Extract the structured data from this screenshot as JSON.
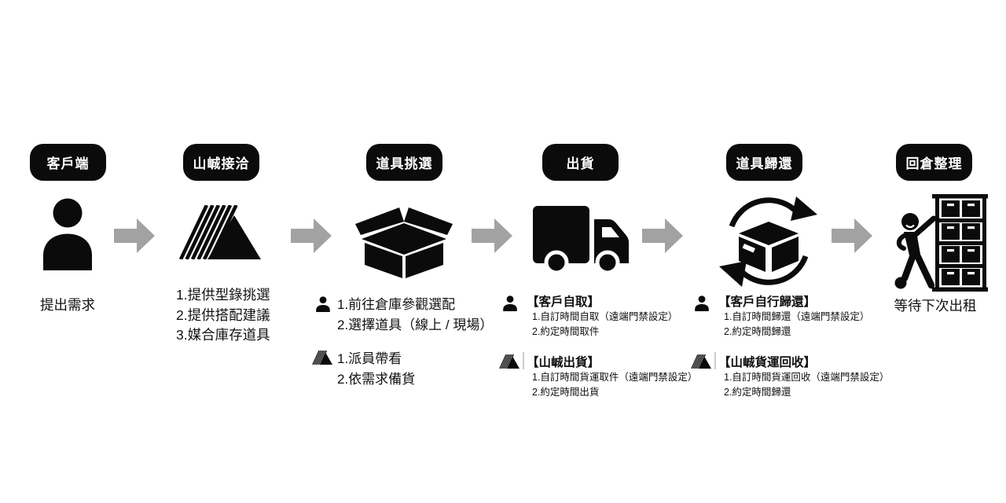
{
  "stages": [
    {
      "label": "客戶端",
      "caption": "提出需求",
      "icon": "person"
    },
    {
      "label": "山峸接洽",
      "icon": "shancheng-logo",
      "list": [
        "1.提供型錄挑選",
        "2.提供搭配建議",
        "3.媒合庫存道具"
      ]
    },
    {
      "label": "道具挑選",
      "icon": "open-box",
      "rows": [
        {
          "icon": "person-icon",
          "lines": [
            "1.前往倉庫參觀選配",
            "2.選擇道具（線上 / 現場）"
          ]
        },
        {
          "icon": "shancheng-logo-icon",
          "lines": [
            "1.派員帶看",
            "2.依需求備貨"
          ]
        }
      ]
    },
    {
      "label": "出貨",
      "icon": "delivery-truck",
      "rows": [
        {
          "icon": "person-icon",
          "header": "【客戶自取】",
          "lines": [
            "1.自訂時間自取（遠端門禁設定）",
            "2.約定時間取件"
          ]
        },
        {
          "icon": "shancheng-logo-icon",
          "header": "【山峸出貨】",
          "lines": [
            "1.自訂時間貨運取件（遠端門禁設定）",
            "2.約定時間出貨"
          ]
        }
      ]
    },
    {
      "label": "道具歸還",
      "icon": "box-return",
      "rows": [
        {
          "icon": "person-icon",
          "header": "【客戶自行歸還】",
          "lines": [
            "1.自訂時間歸還（遠端門禁設定）",
            "2.約定時間歸還"
          ]
        },
        {
          "icon": "shancheng-logo-icon",
          "header": "【山峸貨運回收】",
          "lines": [
            "1.自訂時間貨運回收（遠端門禁設定）",
            "2.約定時間歸還"
          ]
        }
      ]
    },
    {
      "label": "回倉整理",
      "caption": "等待下次出租",
      "icon": "warehouse-shelf"
    }
  ],
  "colors": {
    "pill_bg": "#0b0b0b",
    "icon": "#0b0b0b",
    "arrow": "#a2a2a2",
    "text": "#111111",
    "divider": "#cccccc",
    "background": "#ffffff"
  }
}
